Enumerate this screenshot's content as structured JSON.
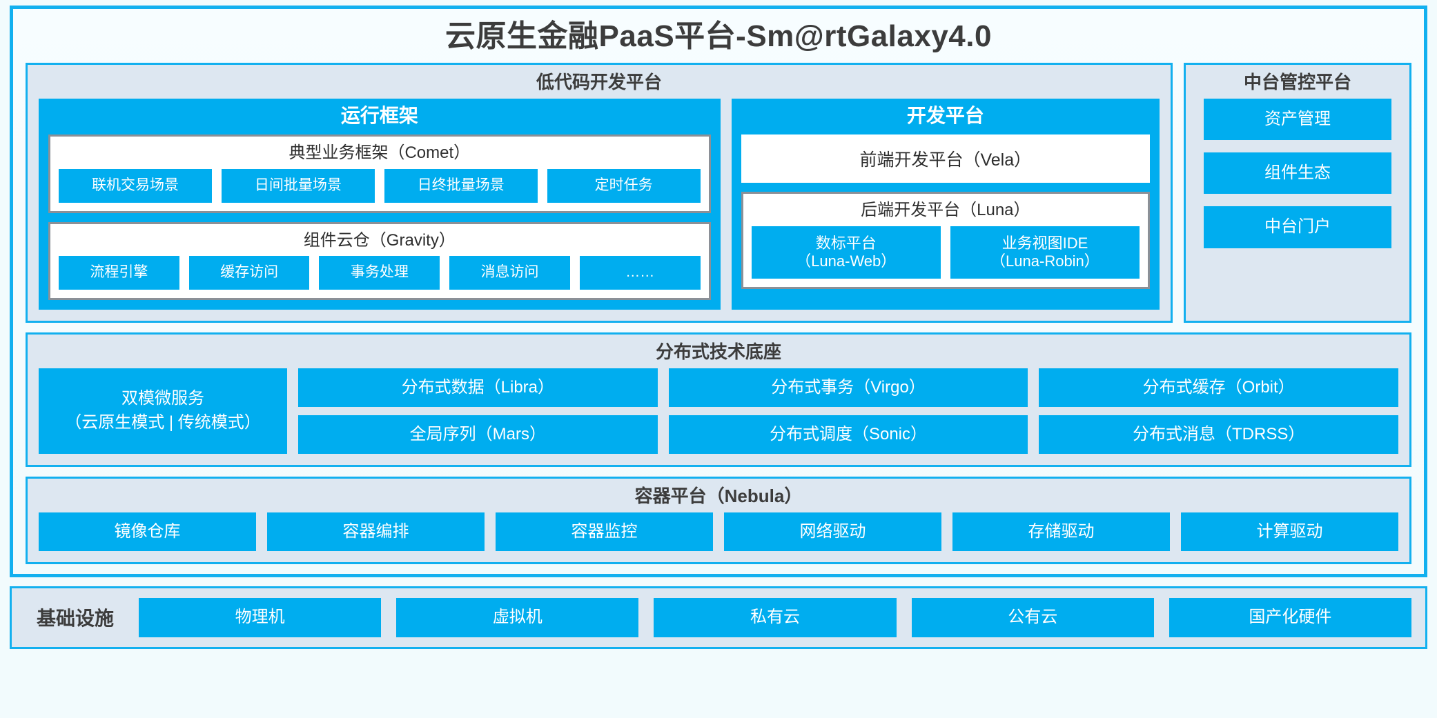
{
  "title": "云原生金融PaaS平台-Sm@rtGalaxy4.0",
  "colors": {
    "accent_blue": "#00adef",
    "border_blue": "#12b0ef",
    "panel_bg": "#dde7f1",
    "page_bg": "#f2fbfd",
    "group_border_grey": "#8b9097",
    "text_dark": "#3c3c3c"
  },
  "lowcode": {
    "title": "低代码开发平台",
    "runtime": {
      "title": "运行框架",
      "comet": {
        "title": "典型业务框架（Comet）",
        "tiles": [
          "联机交易场景",
          "日间批量场景",
          "日终批量场景",
          "定时任务"
        ]
      },
      "gravity": {
        "title": "组件云仓（Gravity）",
        "tiles": [
          "流程引擎",
          "缓存访问",
          "事务处理",
          "消息访问",
          "……"
        ]
      }
    },
    "devplatform": {
      "title": "开发平台",
      "frontend": "前端开发平台（Vela）",
      "backend": {
        "title": "后端开发平台（Luna）",
        "tiles": [
          "数标平台\n（Luna-Web）",
          "业务视图IDE\n（Luna-Robin）"
        ]
      }
    }
  },
  "midoffice": {
    "title": "中台管控平台",
    "tiles": [
      "资产管理",
      "组件生态",
      "中台门户"
    ]
  },
  "distributed": {
    "title": "分布式技术底座",
    "wide_tile": "双模微服务\n（云原生模式 | 传统模式）",
    "columns": [
      [
        "分布式数据（Libra）",
        "全局序列（Mars）"
      ],
      [
        "分布式事务（Virgo）",
        "分布式调度（Sonic）"
      ],
      [
        "分布式缓存（Orbit）",
        "分布式消息（TDRSS）"
      ]
    ]
  },
  "container": {
    "title": "容器平台（Nebula）",
    "tiles": [
      "镜像仓库",
      "容器编排",
      "容器监控",
      "网络驱动",
      "存储驱动",
      "计算驱动"
    ]
  },
  "infrastructure": {
    "label": "基础设施",
    "tiles": [
      "物理机",
      "虚拟机",
      "私有云",
      "公有云",
      "国产化硬件"
    ]
  }
}
